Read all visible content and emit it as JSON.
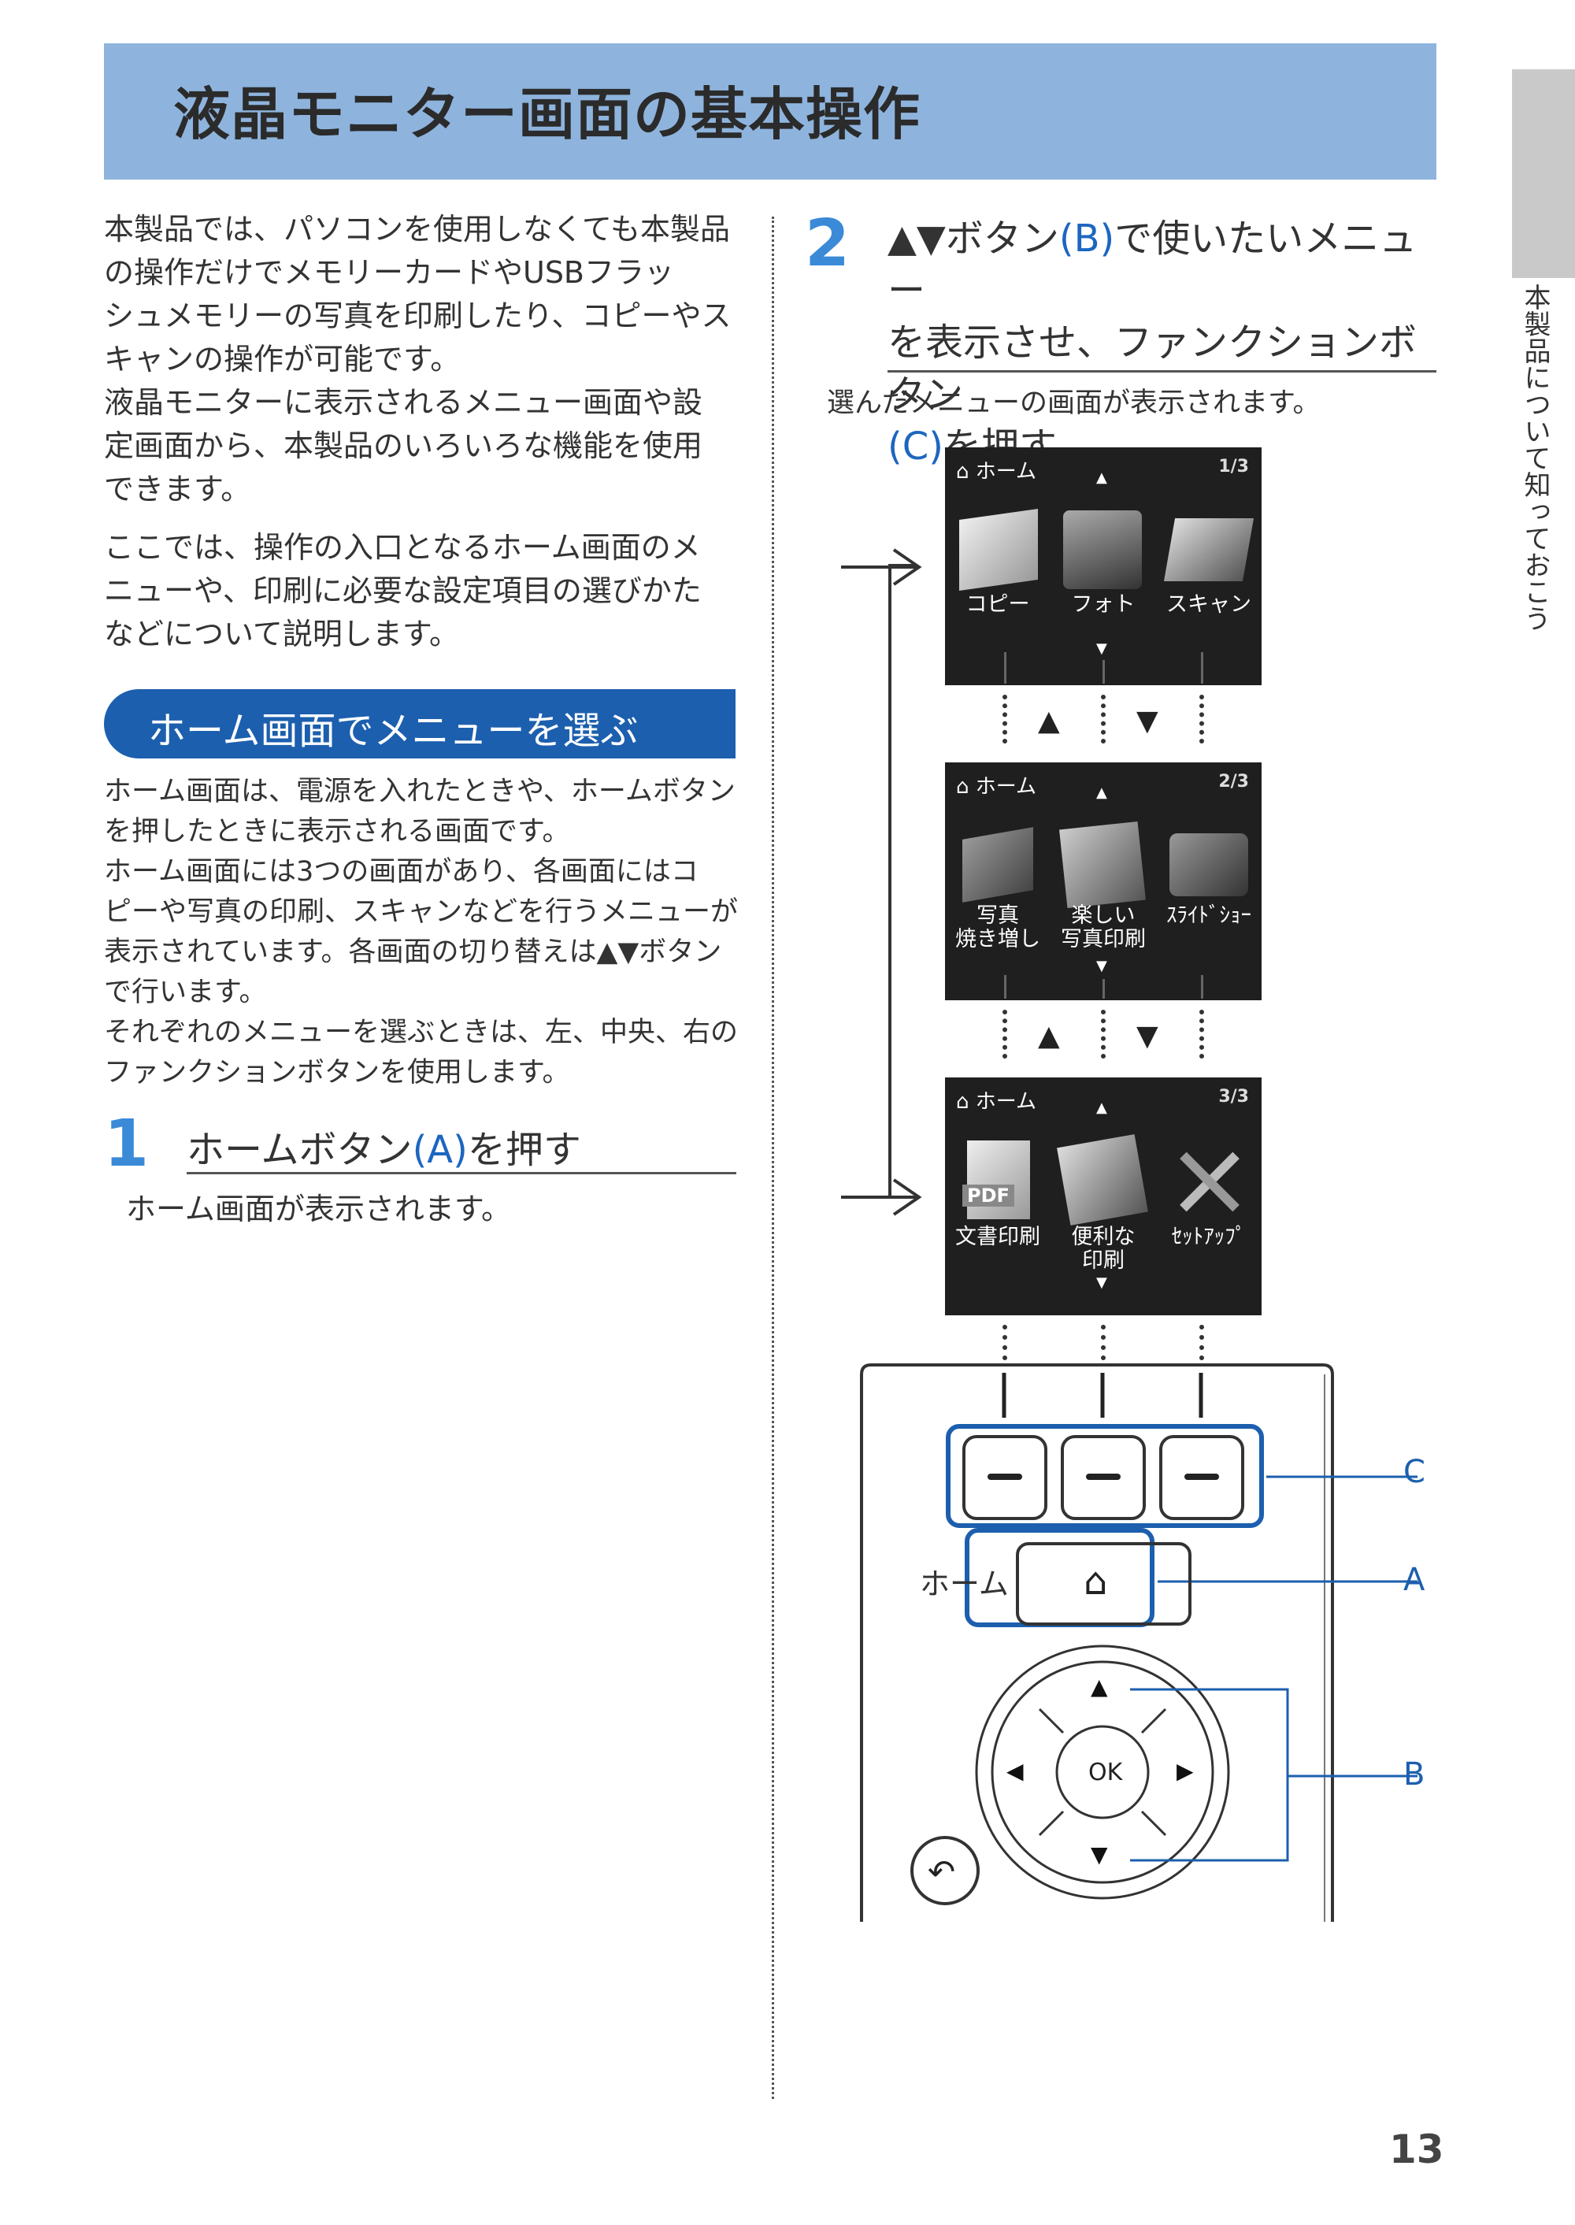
{
  "page": {
    "title": "液晶モニター画面の基本操作",
    "side_tab": "本製品について知っておこう",
    "page_number": "13"
  },
  "intro": {
    "p1": [
      "本製品では、パソコンを使用しなくても本製品",
      "の操作だけでメモリーカードやUSBフラッ",
      "シュメモリーの写真を印刷したり、コピーやス",
      "キャンの操作が可能です。",
      "液晶モニターに表示されるメニュー画面や設",
      "定画面から、本製品のいろいろな機能を使用",
      "できます。"
    ],
    "p2": [
      "ここでは、操作の入口となるホーム画面のメ",
      "ニューや、印刷に必要な設定項目の選びかた",
      "などについて説明します。"
    ]
  },
  "section": {
    "heading": "ホーム画面でメニューを選ぶ",
    "body": [
      "ホーム画面は、電源を入れたときや、ホームボタン",
      "を押したときに表示される画面です。",
      "ホーム画面には3つの画面があり、各画面にはコ",
      "ピーや写真の印刷、スキャンなどを行うメニューが",
      "表示されています。各画面の切り替えは▲▼ボタン",
      "で行います。",
      "それぞれのメニューを選ぶときは、左、中央、右の",
      "ファンクションボタンを使用します。"
    ]
  },
  "step1": {
    "number": "1",
    "title_pre": "ホームボタン",
    "title_mark": "(A)",
    "title_post": "を押す",
    "desc": "ホーム画面が表示されます。"
  },
  "step2": {
    "number": "2",
    "line1_pre": "▲▼ボタン",
    "line1_mark": "(B)",
    "line1_post": "で使いたいメニュー",
    "line2": "を表示させ、ファンクションボタン",
    "line3_mark": "(C)",
    "line3_post": "を押す",
    "desc": "選んだメニューの画面が表示されます。"
  },
  "screens": [
    {
      "header": "ホーム",
      "page": "1/3",
      "items": [
        {
          "label": "コピー",
          "label2": ""
        },
        {
          "label": "フォト",
          "label2": ""
        },
        {
          "label": "スキャン",
          "label2": ""
        }
      ]
    },
    {
      "header": "ホーム",
      "page": "2/3",
      "items": [
        {
          "label": "写真",
          "label2": "焼き増し"
        },
        {
          "label": "楽しい",
          "label2": "写真印刷"
        },
        {
          "label": "ｽﾗｲﾄﾞｼｮｰ",
          "label2": ""
        }
      ]
    },
    {
      "header": "ホーム",
      "page": "3/3",
      "items": [
        {
          "label": "文書印刷",
          "label2": ""
        },
        {
          "label": "便利な",
          "label2": "印刷"
        },
        {
          "label": "ｾｯﾄｱｯﾌﾟ",
          "label2": ""
        }
      ]
    }
  ],
  "panel": {
    "home_label": "ホーム",
    "ok_label": "OK",
    "pdf_text": "PDF",
    "callout_c": "C",
    "callout_a": "A",
    "callout_b": "B"
  }
}
